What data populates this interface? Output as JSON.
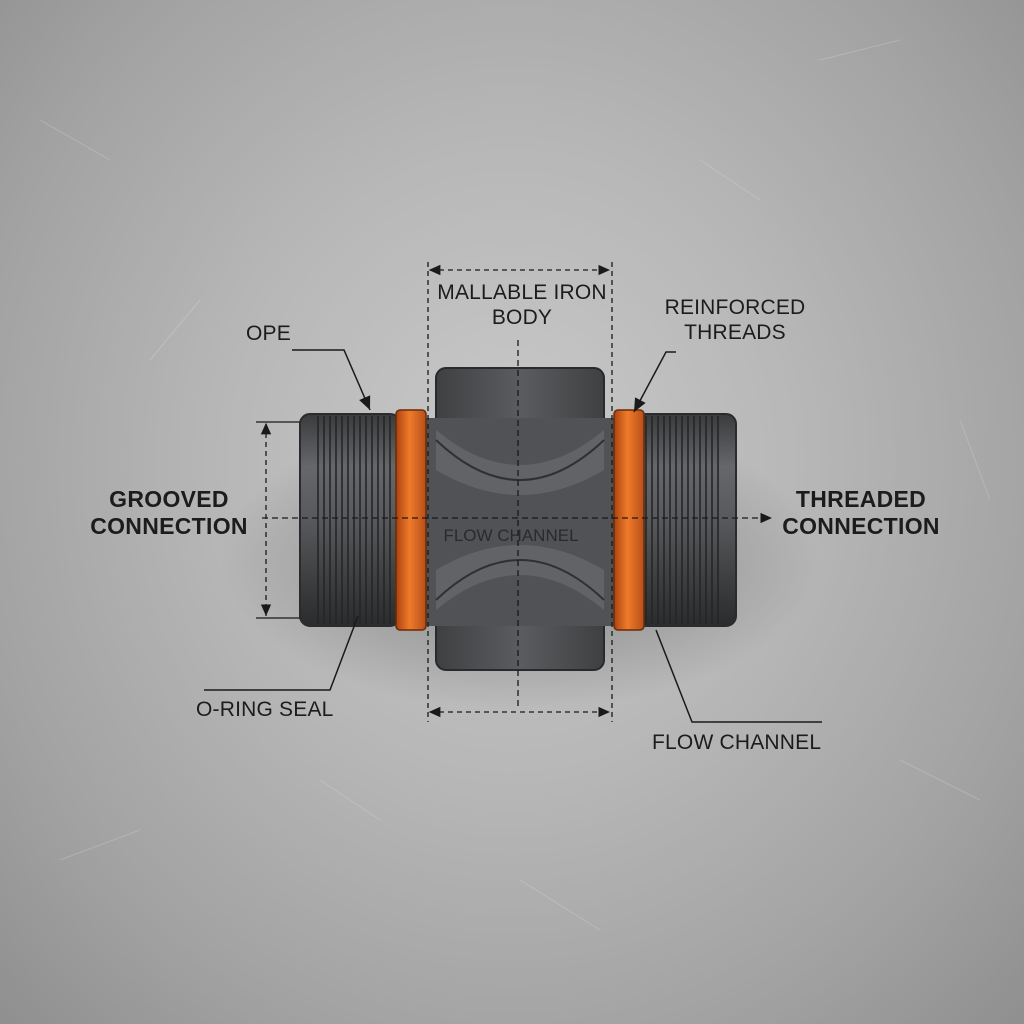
{
  "labels": {
    "body_line1": "MALLABLE IRON",
    "body_line2": "BODY",
    "reinforced_line1": "REINFORCED",
    "reinforced_line2": "THREADS",
    "ope": "OPE",
    "grooved_line1": "GROOVED",
    "grooved_line2": "CONNECTION",
    "threaded_line1": "THREADED",
    "threaded_line2": "CONNECTION",
    "flow_channel_center": "FLOW CHANNEL",
    "o_ring_seal": "O-RING SEAL",
    "flow_channel_lower": "FLOW CHANNEL"
  },
  "colors": {
    "background": "#b7b7b7",
    "iron": "#4a4b4d",
    "seal_orange": "#e06a1f",
    "line": "#1a1a1a"
  }
}
